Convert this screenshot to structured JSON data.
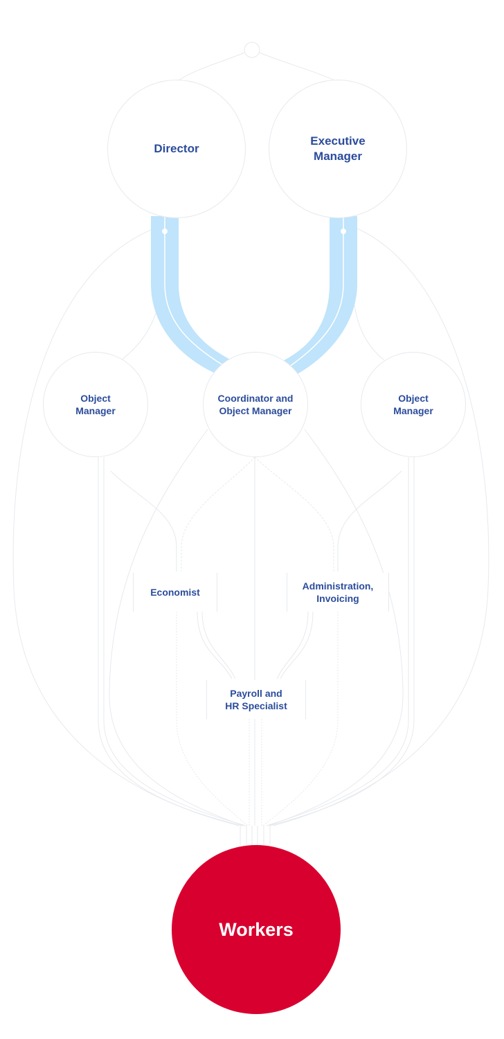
{
  "colors": {
    "accent_blue": "#2b4c9b",
    "highlight_stream": "#bfe4fb",
    "workers_red": "#d8002f",
    "connector_gray": "#e6e9ee"
  },
  "icons": {
    "top_connector": "small-ring-icon"
  },
  "nodes": {
    "director": "Director",
    "executive_manager": "Executive\nManager",
    "object_manager_left": "Object\nManager",
    "coordinator": "Coordinator and\nObject Manager",
    "object_manager_right": "Object\nManager",
    "economist": "Economist",
    "administration": "Administration,\nInvoicing",
    "payroll": "Payroll and\nHR Specialist",
    "workers": "Workers"
  }
}
